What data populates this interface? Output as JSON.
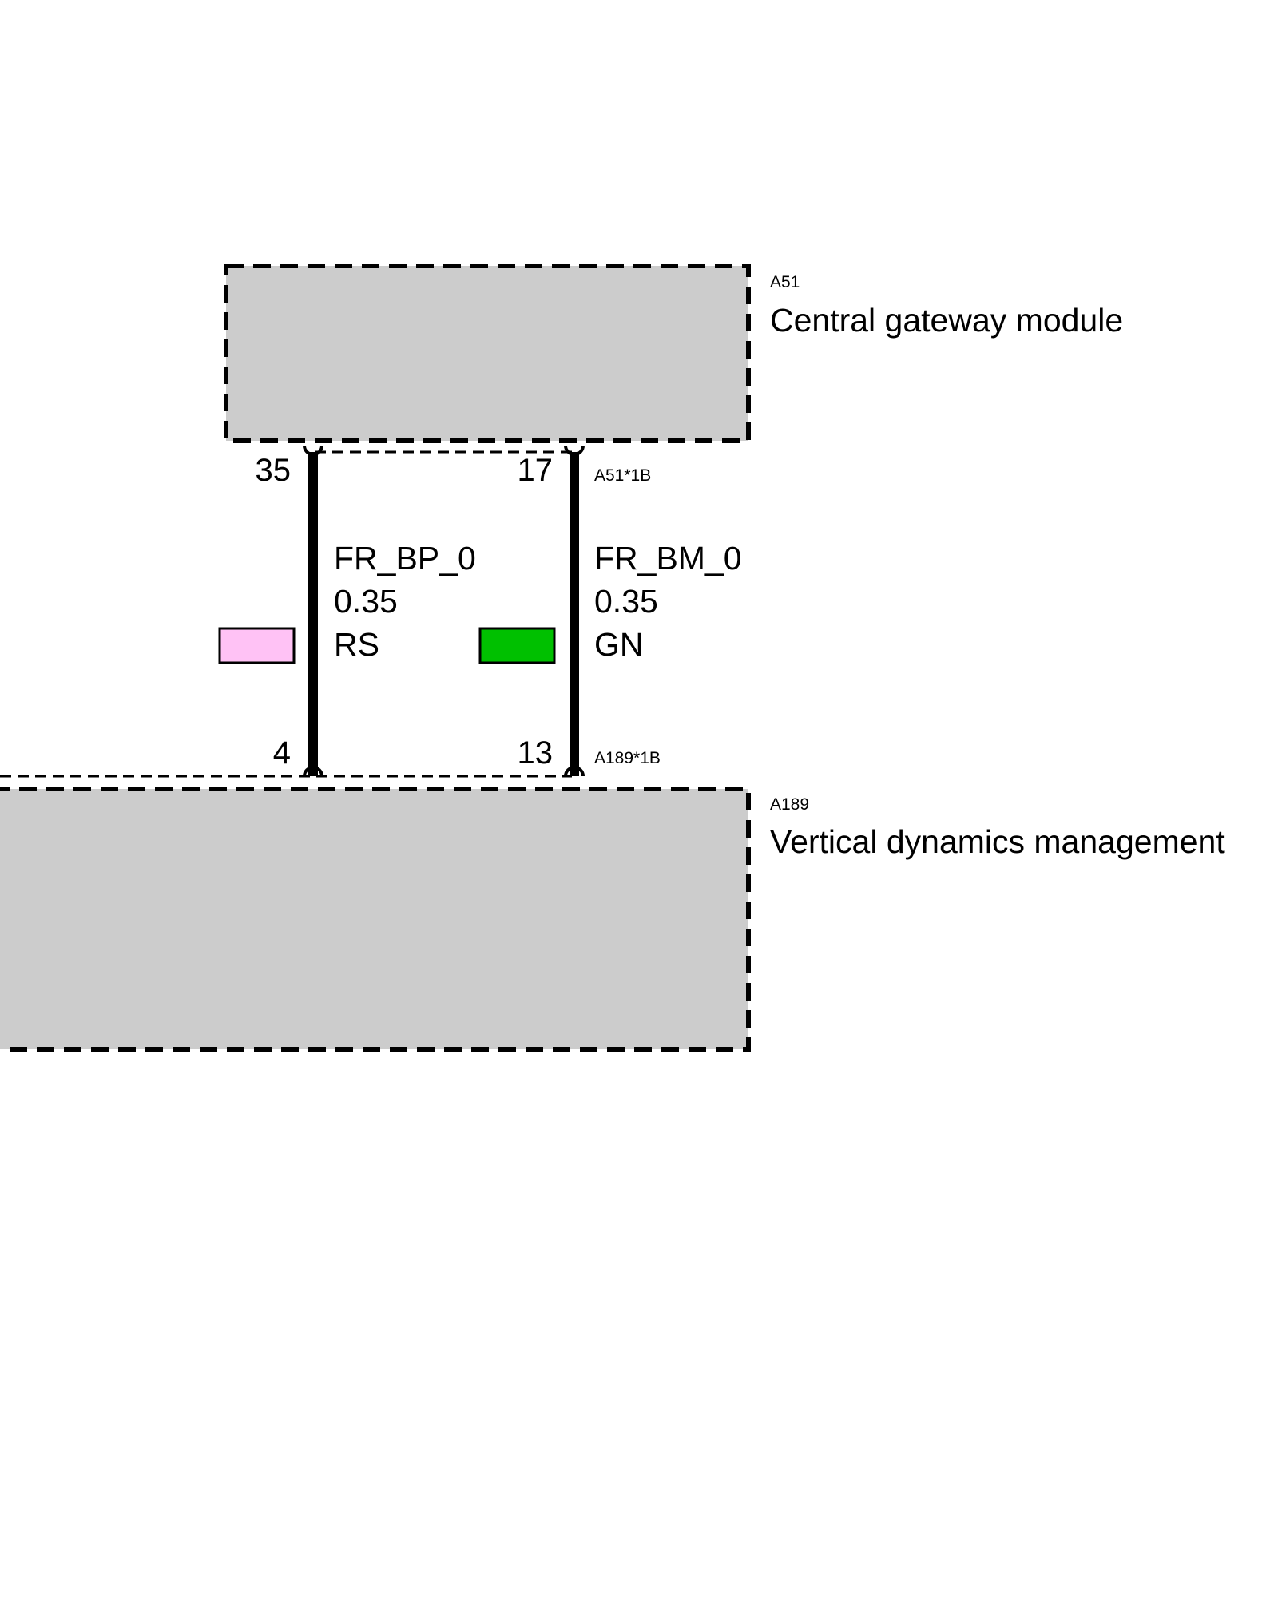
{
  "components": {
    "top": {
      "id": "A51",
      "name": "Central gateway module",
      "connector": "A51*1B"
    },
    "bottom": {
      "id": "A189",
      "name": "Vertical dynamics management",
      "connector": "A189*1B"
    }
  },
  "wires": [
    {
      "name": "FR_BP_0",
      "gauge": "0.35",
      "color_code": "RS",
      "color_hex": "#ffc2f5",
      "pin_top": "35",
      "pin_bottom": "4"
    },
    {
      "name": "FR_BM_0",
      "gauge": "0.35",
      "color_code": "GN",
      "color_hex": "#00c000",
      "pin_top": "17",
      "pin_bottom": "13"
    }
  ],
  "colors": {
    "module_fill": "#cccccc"
  }
}
